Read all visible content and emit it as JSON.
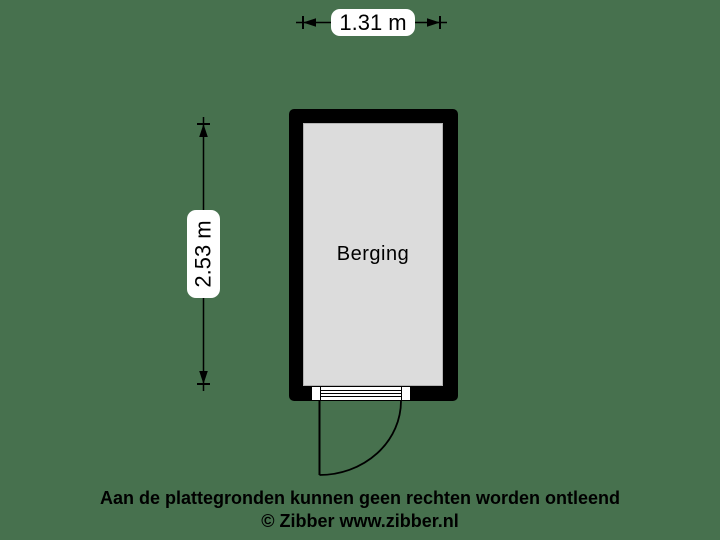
{
  "colors": {
    "background": "#47714E",
    "wall": "#000000",
    "floor": "#DCDCDC",
    "label_bg": "#FFFFFF",
    "ink": "#000000"
  },
  "plan": {
    "room": {
      "label": "Berging"
    },
    "dimensions": {
      "width": "1.31 m",
      "height": "2.53 m"
    }
  },
  "footer": {
    "disclaimer": "Aan de plattegronden kunnen geen rechten worden ontleend",
    "copyright": "© Zibber www.zibber.nl"
  }
}
